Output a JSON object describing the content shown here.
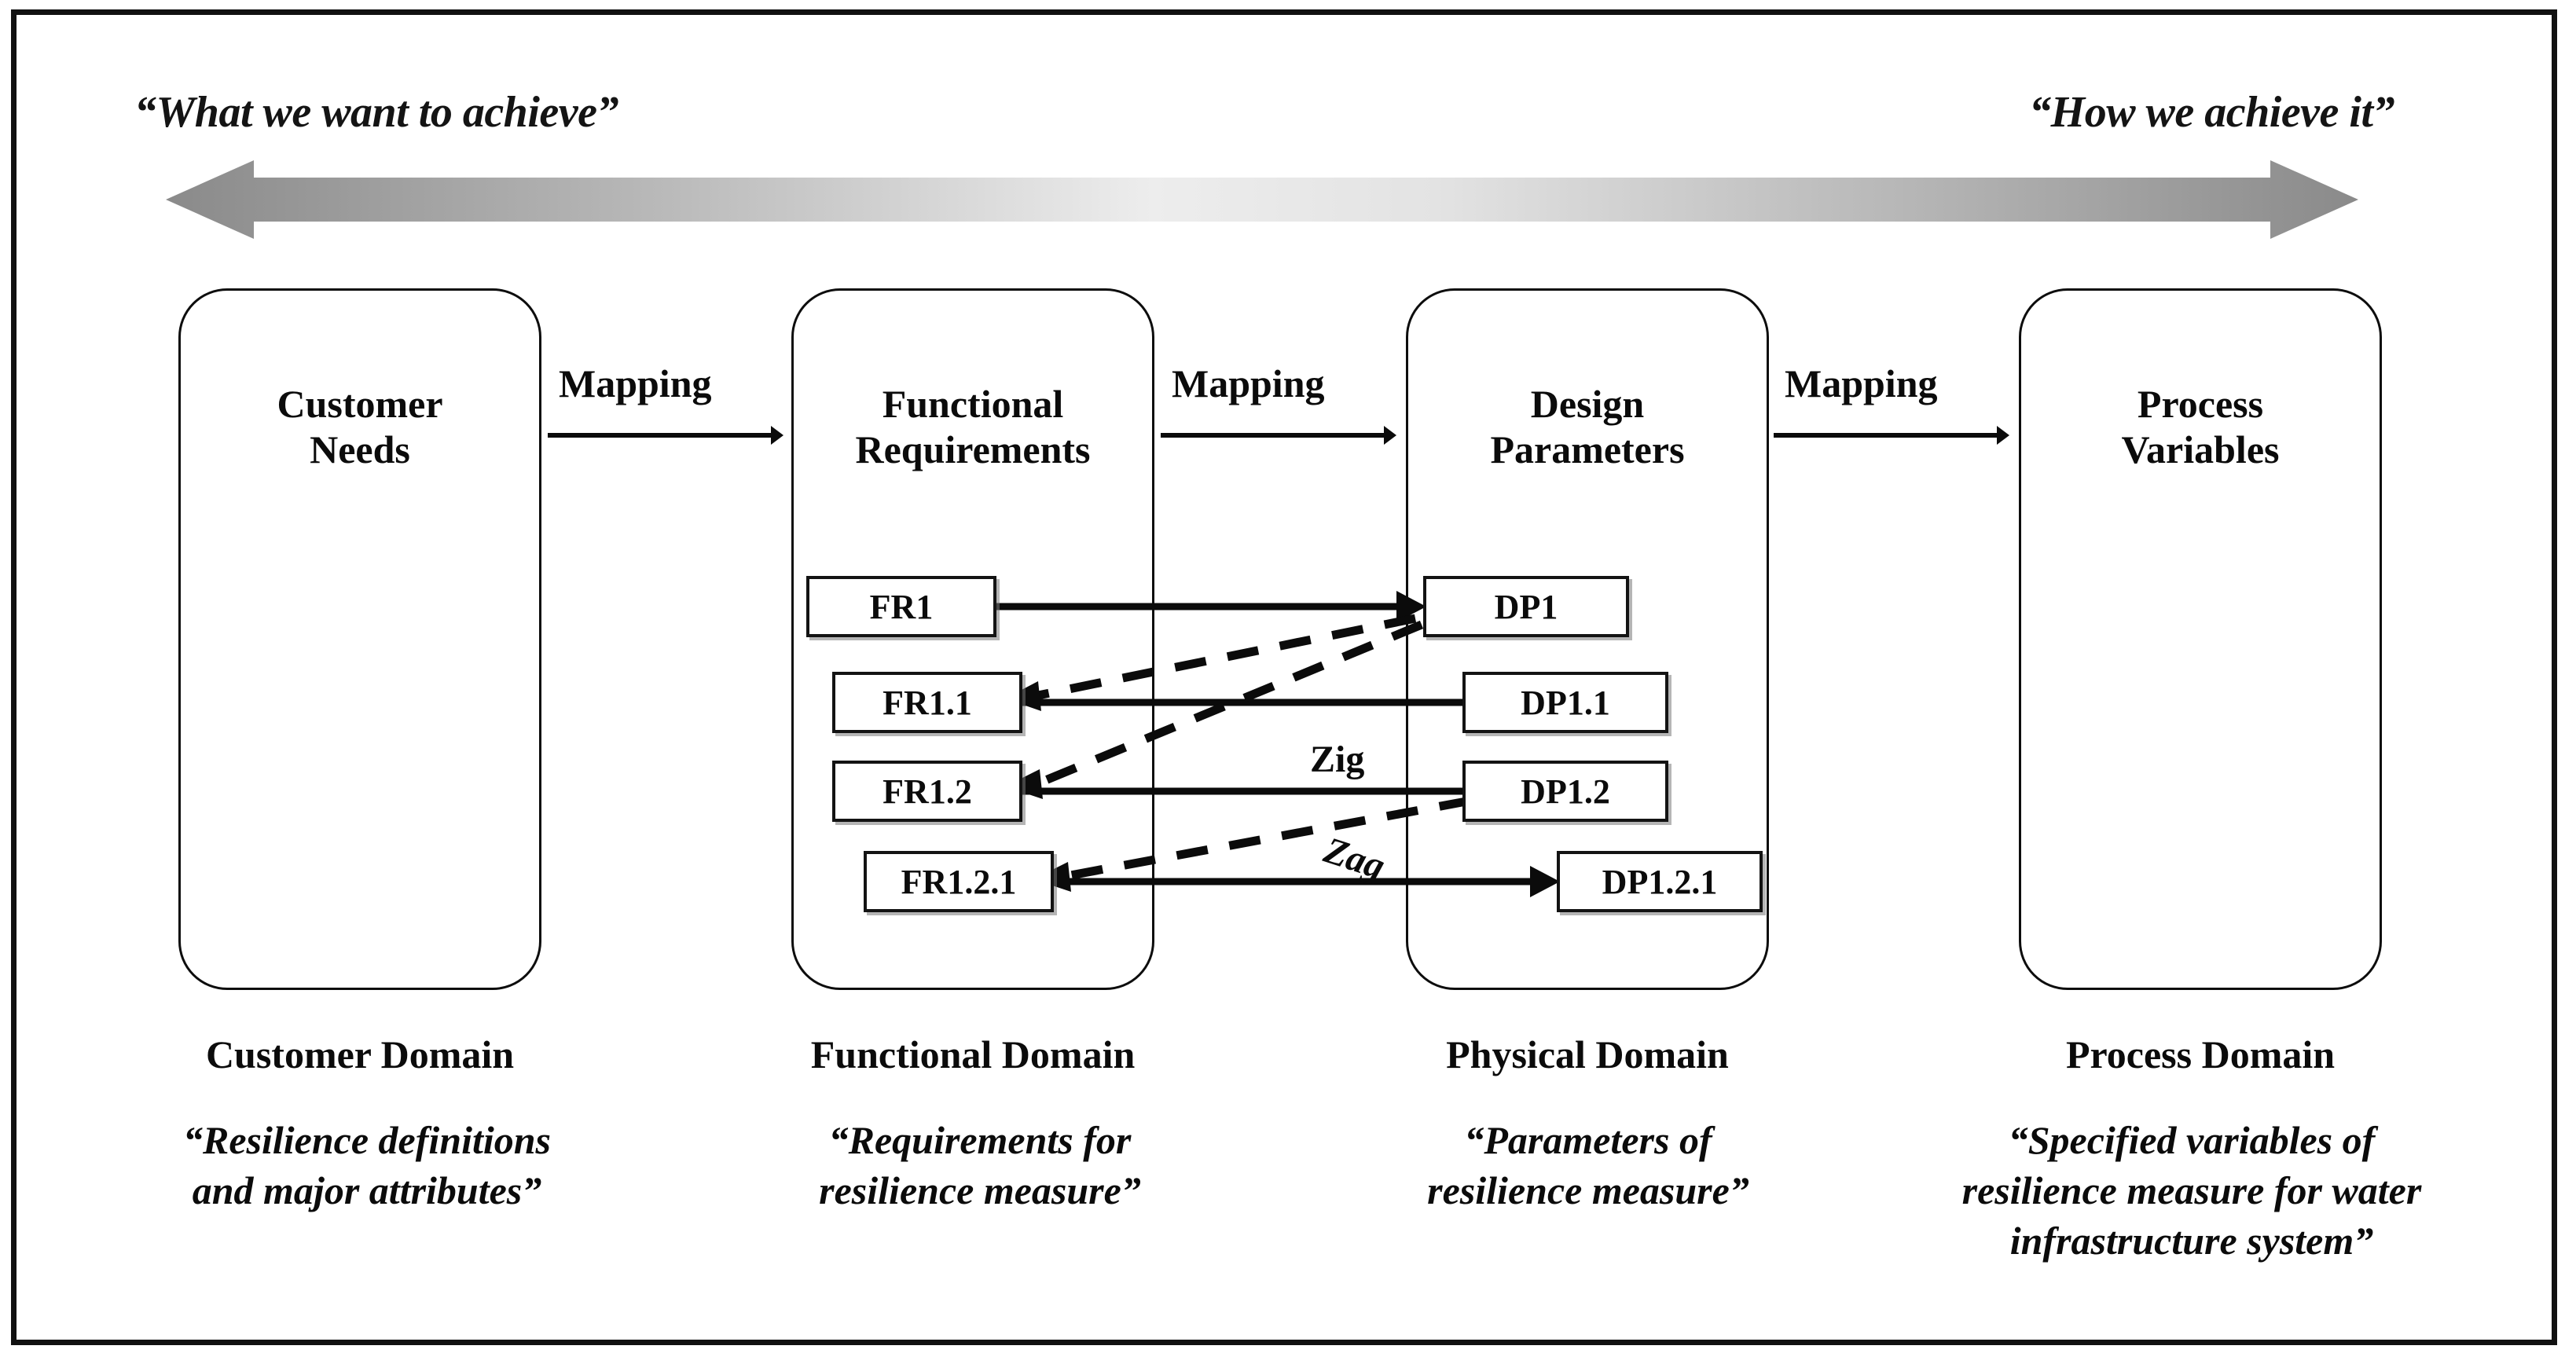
{
  "diagram": {
    "title": "Axiomatic Design Domain Mapping",
    "top_axis": {
      "left_caption": "“What we want to achieve”",
      "right_caption": "“How we achieve it”",
      "arrow_name": "double-headed-gradient-arrow",
      "gradient_from": "#8c8c8c",
      "gradient_mid": "#f2f2f2",
      "gradient_to": "#8c8c8c"
    },
    "domains": [
      {
        "key": "customer",
        "box_title": "Customer\nNeeds",
        "domain_name": "Customer Domain",
        "domain_desc": "“Resilience definitions\nand major attributes”"
      },
      {
        "key": "functional",
        "box_title": "Functional\nRequirements",
        "domain_name": "Functional Domain",
        "domain_desc": "“Requirements for\nresilience measure”"
      },
      {
        "key": "physical",
        "box_title": "Design\nParameters",
        "domain_name": "Physical Domain",
        "domain_desc": "“Parameters of\nresilience measure”"
      },
      {
        "key": "process",
        "box_title": "Process\nVariables",
        "domain_name": "Process Domain",
        "domain_desc": "“Specified variables of\nresilience measure for water\ninfrastructure system”"
      }
    ],
    "mappings": [
      {
        "label": "Mapping",
        "from": "customer",
        "to": "functional"
      },
      {
        "label": "Mapping",
        "from": "functional",
        "to": "physical"
      },
      {
        "label": "Mapping",
        "from": "physical",
        "to": "process"
      }
    ],
    "functional_nodes": [
      {
        "id": "FR1",
        "label": "FR1"
      },
      {
        "id": "FR1.1",
        "label": "FR1.1"
      },
      {
        "id": "FR1.2",
        "label": "FR1.2"
      },
      {
        "id": "FR1.2.1",
        "label": "FR1.2.1"
      }
    ],
    "physical_nodes": [
      {
        "id": "DP1",
        "label": "DP1"
      },
      {
        "id": "DP1.1",
        "label": "DP1.1"
      },
      {
        "id": "DP1.2",
        "label": "DP1.2"
      },
      {
        "id": "DP1.2.1",
        "label": "DP1.2.1"
      }
    ],
    "zigzag": {
      "zig_label": "Zig",
      "zag_label": "Zag",
      "solid_links": [
        {
          "from": "FR1",
          "to": "DP1",
          "style": "solid",
          "direction": "right"
        },
        {
          "from": "FR1.1",
          "to": "DP1.1",
          "style": "solid",
          "direction": "both"
        },
        {
          "from": "FR1.2",
          "to": "DP1.2",
          "style": "solid",
          "direction": "both"
        },
        {
          "from": "FR1.2.1",
          "to": "DP1.2.1",
          "style": "solid",
          "direction": "both"
        }
      ],
      "dashed_links": [
        {
          "from": "DP1",
          "to": "FR1.1",
          "style": "dashed",
          "direction": "left-up"
        },
        {
          "from": "DP1",
          "to": "FR1.2",
          "style": "dashed",
          "direction": "left-up"
        },
        {
          "from": "DP1.2",
          "to": "FR1.2.1",
          "style": "dashed",
          "direction": "left-up"
        }
      ]
    },
    "colors": {
      "stroke": "#0b0b0b",
      "frame": "#111111",
      "background": "#ffffff"
    }
  }
}
